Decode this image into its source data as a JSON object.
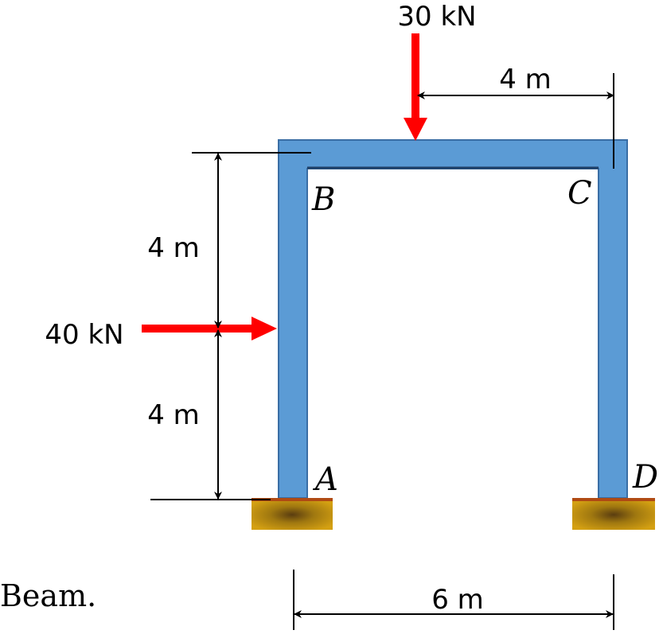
{
  "loads": {
    "vertical_label": "30 kN",
    "horizontal_label": "40 kN"
  },
  "dimensions": {
    "top_offset": "4 m",
    "left_upper": "4 m",
    "left_lower": "4 m",
    "bottom_span": "6 m"
  },
  "nodes": {
    "a": "A",
    "b": "B",
    "c": "C",
    "d": "D"
  },
  "caption": "Beam.",
  "colors": {
    "member_fill": "#5b9bd5",
    "member_stroke": "#3a6ea5",
    "load_arrow": "#ff0000",
    "support_fill": "#c8960c",
    "support_line": "#b04a14"
  },
  "icons": {
    "load_arrow": "red-arrow-icon",
    "dimension_arrow": "double-arrow-icon",
    "support": "fixed-support-icon"
  }
}
